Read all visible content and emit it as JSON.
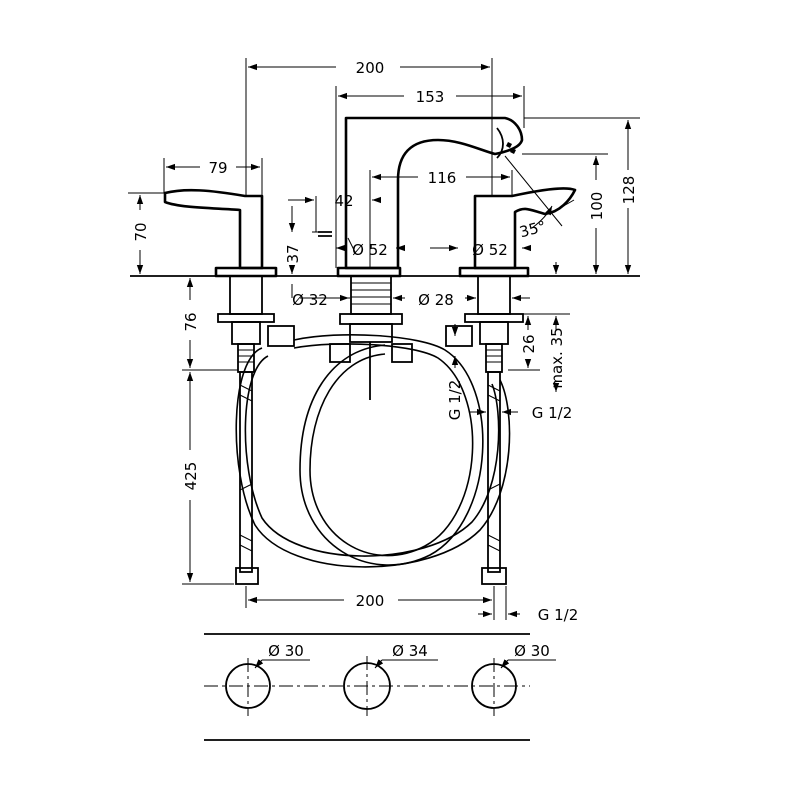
{
  "dimensions": {
    "d200_top": "200",
    "d153": "153",
    "d79": "79",
    "d116": "116",
    "d42": "42",
    "d70": "70",
    "d37": "37",
    "d52_left": "Ø 52",
    "d52_right": "Ø 52",
    "d35deg": "35°",
    "d100": "100",
    "d128": "128",
    "d32": "Ø 32",
    "d28": "Ø 28",
    "d76": "76",
    "d26": "26",
    "dmax35": "max. 35",
    "g12_left": "G 1/2",
    "g12_right": "G 1/2",
    "d425": "425",
    "d200_bottom": "200",
    "g12_bottom": "G 1/2",
    "hole_left": "Ø 30",
    "hole_mid": "Ø 34",
    "hole_right": "Ø 30"
  }
}
